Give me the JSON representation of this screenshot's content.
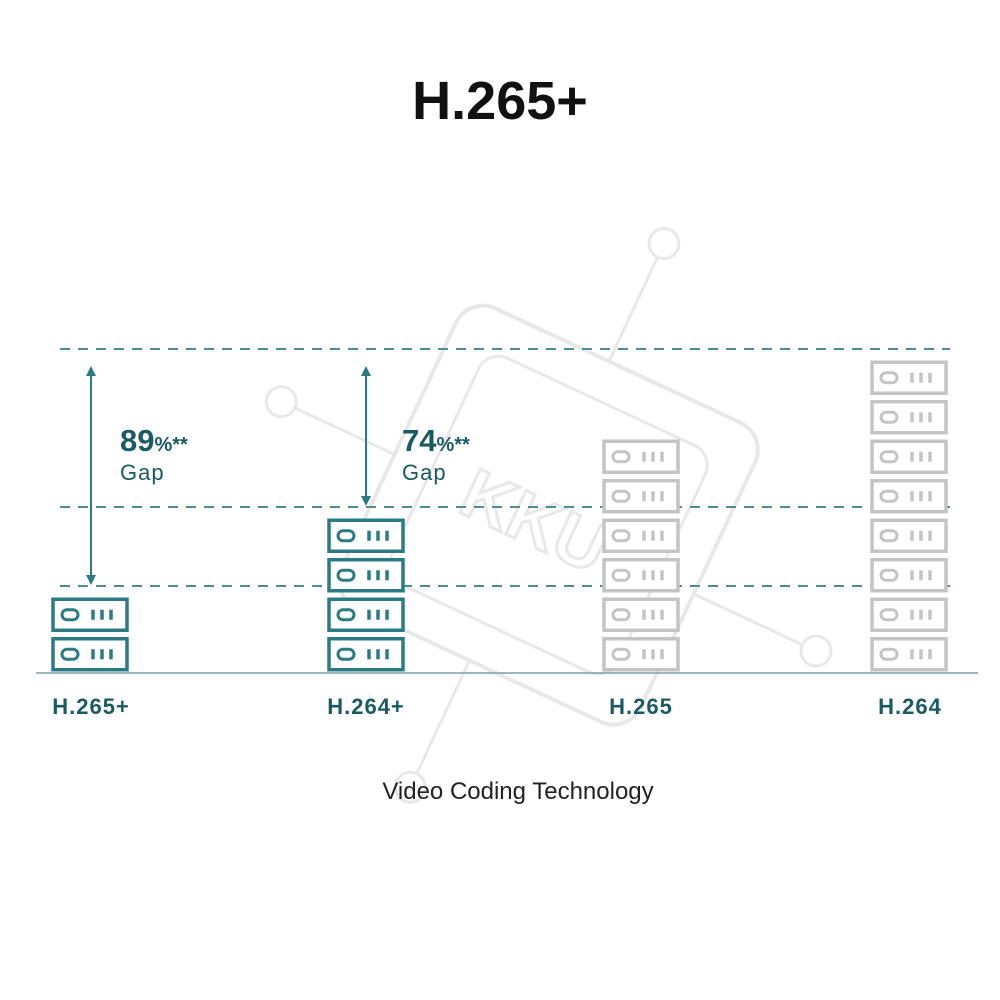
{
  "title": "H.265+",
  "watermark": "KKU",
  "colors": {
    "highlight": "#2b7c82",
    "muted": "#c4c4c4",
    "gap_text": "#1a5a62",
    "axis": "#7d9ea5",
    "guide": "#4d8e92"
  },
  "chart_data": {
    "type": "bar",
    "title": "H.265+",
    "xlabel": "Video Coding Technology",
    "ylabel": "",
    "categories": [
      "H.265+",
      "H.264+",
      "H.265",
      "H.264"
    ],
    "values": [
      2,
      4,
      6,
      8
    ],
    "unit_icon": "server-rack-icon",
    "highlighted": [
      "H.265+",
      "H.264+"
    ],
    "ylim": [
      0,
      8
    ],
    "grid": false,
    "annotations": [
      {
        "category": "H.265+",
        "value": "89",
        "unit": "%**",
        "label": "Gap"
      },
      {
        "category": "H.264+",
        "value": "74",
        "unit": "%**",
        "label": "Gap"
      }
    ]
  }
}
